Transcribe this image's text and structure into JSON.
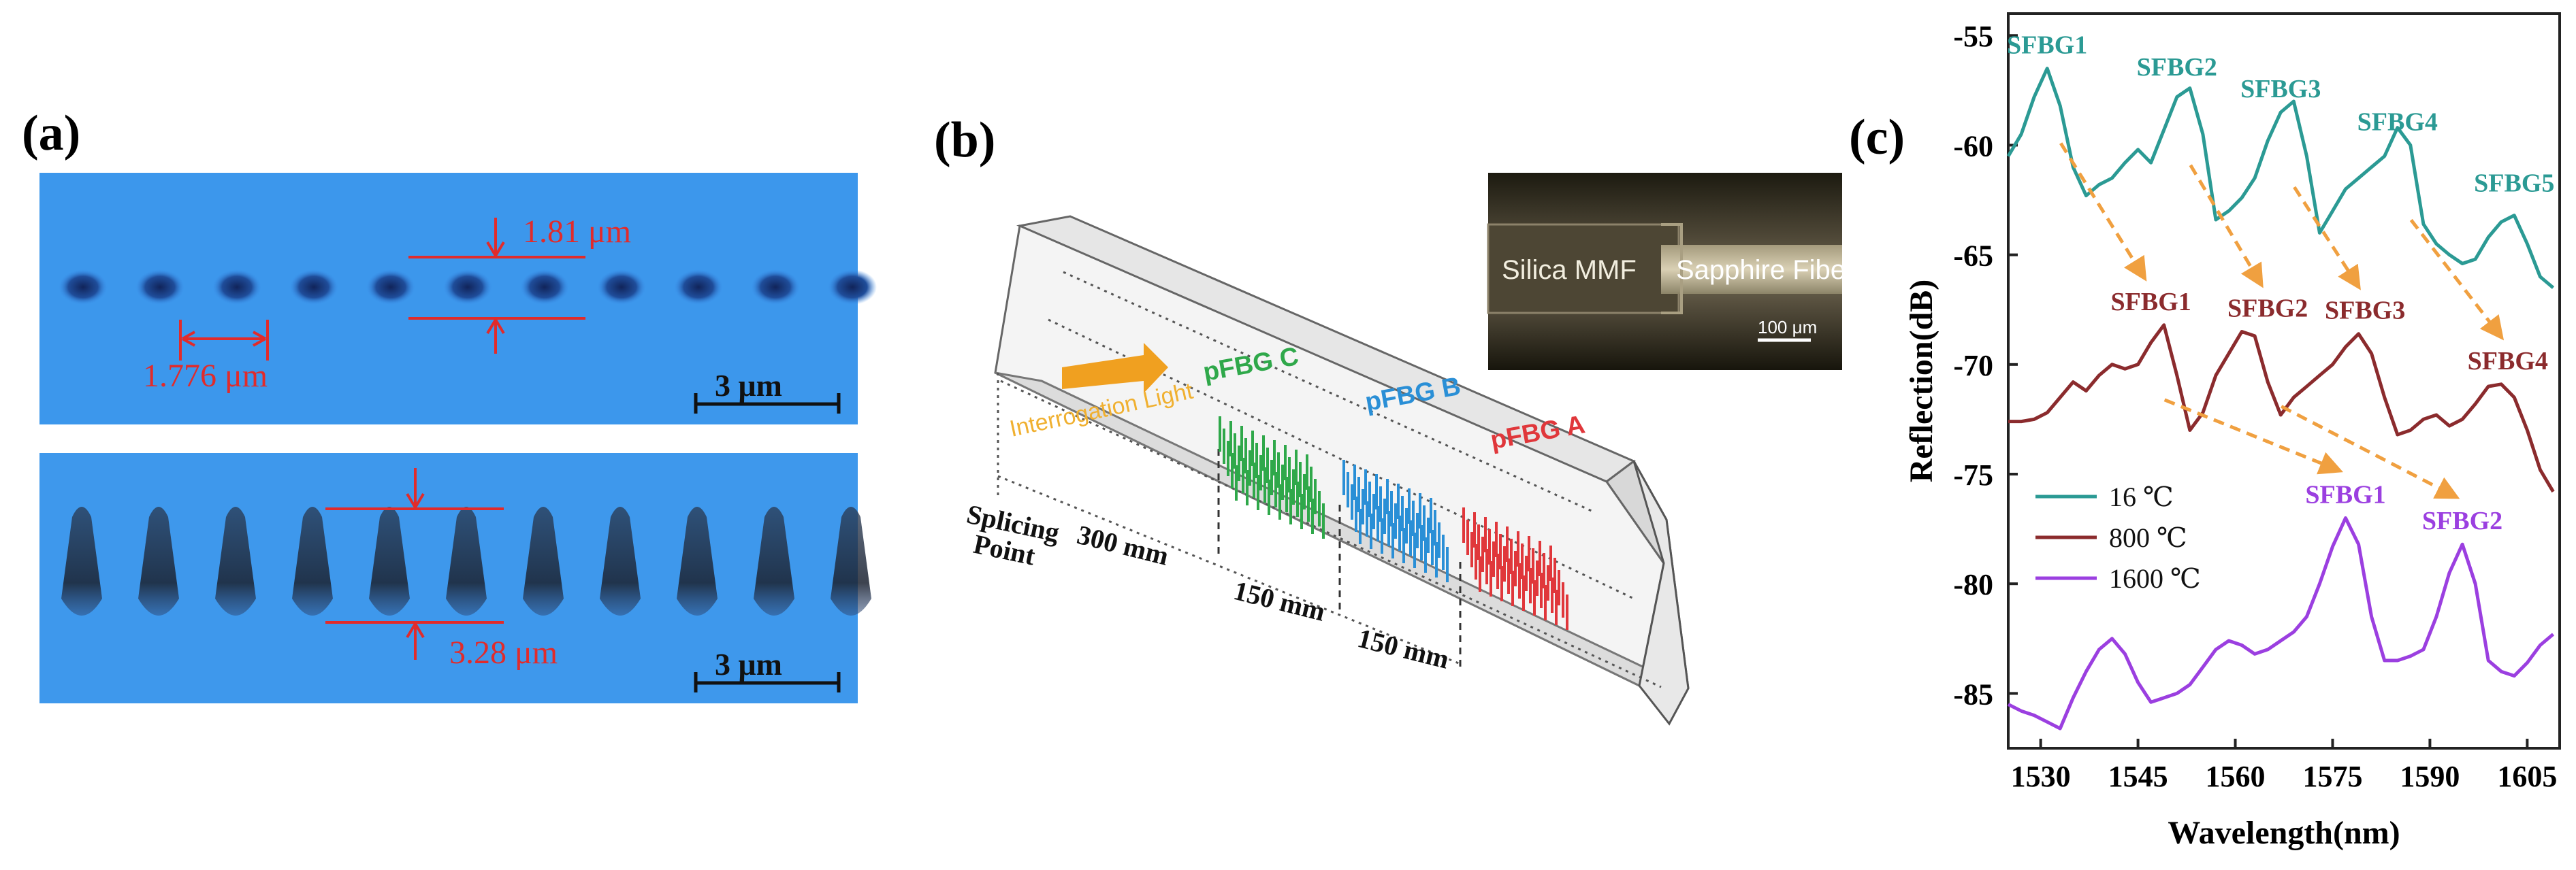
{
  "panel_a": {
    "label": "(a)",
    "top": {
      "spacing_label": "1.776 μm",
      "height_label": "1.81 μm",
      "scale_label": "3 μm"
    },
    "bottom": {
      "height_label": "3.28 μm",
      "scale_label": "3 μm"
    }
  },
  "panel_b": {
    "label": "(b)",
    "interrogation_label": "Interrogation Light",
    "gratings": [
      {
        "label": "pFBG C",
        "color": "#2fa84a"
      },
      {
        "label": "pFBG B",
        "color": "#2a8fd6"
      },
      {
        "label": "pFBG A",
        "color": "#e0373b"
      }
    ],
    "splicing_label_1": "Splicing",
    "splicing_label_2": "Point",
    "distances": [
      "300 mm",
      "150 mm",
      "150 mm"
    ],
    "inset": {
      "left_label": "Silica MMF",
      "right_label": "Sapphire Fiber",
      "scale_label": "100 μm"
    }
  },
  "panel_c": {
    "label": "(c)"
  },
  "chart_data": {
    "type": "line",
    "xlabel": "Wavelength(nm)",
    "ylabel": "Reflection(dB)",
    "xlim": [
      1525,
      1610
    ],
    "ylim": [
      -87.5,
      -54
    ],
    "xticks": [
      1530,
      1545,
      1560,
      1575,
      1590,
      1605
    ],
    "yticks": [
      -55,
      -60,
      -65,
      -70,
      -75,
      -80,
      -85
    ],
    "legend_position": "lower-left",
    "grid": false,
    "series": [
      {
        "name": "16 ℃",
        "color": "#2b9a94",
        "x": [
          1525,
          1527,
          1529,
          1531,
          1533,
          1535,
          1537,
          1539,
          1541,
          1543,
          1545,
          1547,
          1549,
          1551,
          1553,
          1555,
          1557,
          1559,
          1561,
          1563,
          1565,
          1567,
          1569,
          1571,
          1573,
          1575,
          1577,
          1579,
          1581,
          1583,
          1585,
          1587,
          1589,
          1591,
          1593,
          1595,
          1597,
          1599,
          1601,
          1603,
          1605,
          1607,
          1609
        ],
        "y": [
          -60.5,
          -59.5,
          -57.8,
          -56.5,
          -58.2,
          -61.0,
          -62.3,
          -61.8,
          -61.5,
          -60.8,
          -60.2,
          -60.8,
          -59.3,
          -57.8,
          -57.4,
          -59.5,
          -63.4,
          -63.0,
          -62.4,
          -61.5,
          -59.8,
          -58.5,
          -58.0,
          -60.5,
          -64.0,
          -63.0,
          -62.0,
          -61.5,
          -61.0,
          -60.5,
          -59.2,
          -60.0,
          -63.6,
          -64.5,
          -65.0,
          -65.4,
          -65.2,
          -64.2,
          -63.5,
          -63.2,
          -64.5,
          -66.0,
          -66.5
        ],
        "annotations": [
          {
            "label": "SFBG1",
            "x": 1531,
            "y": -56.5
          },
          {
            "label": "SFBG2",
            "x": 1551,
            "y": -57.5
          },
          {
            "label": "SFBG3",
            "x": 1567,
            "y": -58.5
          },
          {
            "label": "SFBG4",
            "x": 1585,
            "y": -60.0
          },
          {
            "label": "SFBG5",
            "x": 1603,
            "y": -62.8
          }
        ]
      },
      {
        "name": "800 ℃",
        "color": "#8b2b2d",
        "x": [
          1525,
          1527,
          1529,
          1531,
          1533,
          1535,
          1537,
          1539,
          1541,
          1543,
          1545,
          1547,
          1549,
          1551,
          1553,
          1555,
          1557,
          1559,
          1561,
          1563,
          1565,
          1567,
          1569,
          1571,
          1573,
          1575,
          1577,
          1579,
          1581,
          1583,
          1585,
          1587,
          1589,
          1591,
          1593,
          1595,
          1597,
          1599,
          1601,
          1603,
          1605,
          1607,
          1609
        ],
        "y": [
          -72.6,
          -72.6,
          -72.5,
          -72.2,
          -71.5,
          -70.8,
          -71.2,
          -70.5,
          -70.0,
          -70.2,
          -70.0,
          -69.0,
          -68.2,
          -70.5,
          -73.0,
          -72.2,
          -70.5,
          -69.5,
          -68.5,
          -68.7,
          -70.8,
          -72.3,
          -71.5,
          -71.0,
          -70.5,
          -70.0,
          -69.2,
          -68.6,
          -69.5,
          -71.5,
          -73.2,
          -73.0,
          -72.5,
          -72.3,
          -72.8,
          -72.5,
          -71.8,
          -71.0,
          -70.9,
          -71.5,
          -73.0,
          -74.8,
          -75.8
        ],
        "annotations": [
          {
            "label": "SFBG1",
            "x": 1547,
            "y": -68.2
          },
          {
            "label": "SFBG2",
            "x": 1565,
            "y": -68.5
          },
          {
            "label": "SFBG3",
            "x": 1580,
            "y": -68.6
          },
          {
            "label": "SFBG4",
            "x": 1602,
            "y": -70.9
          }
        ]
      },
      {
        "name": "1600 ℃",
        "color": "#9b3fe0",
        "x": [
          1525,
          1527,
          1529,
          1531,
          1533,
          1535,
          1537,
          1539,
          1541,
          1543,
          1545,
          1547,
          1549,
          1551,
          1553,
          1555,
          1557,
          1559,
          1561,
          1563,
          1565,
          1567,
          1569,
          1571,
          1573,
          1575,
          1577,
          1579,
          1581,
          1583,
          1585,
          1587,
          1589,
          1591,
          1593,
          1595,
          1597,
          1599,
          1601,
          1603,
          1605,
          1607,
          1609
        ],
        "y": [
          -85.5,
          -85.8,
          -86.0,
          -86.3,
          -86.6,
          -85.2,
          -84.0,
          -83.0,
          -82.5,
          -83.2,
          -84.5,
          -85.4,
          -85.2,
          -85.0,
          -84.6,
          -83.8,
          -83.0,
          -82.6,
          -82.8,
          -83.2,
          -83.0,
          -82.6,
          -82.2,
          -81.5,
          -80.0,
          -78.3,
          -77.0,
          -78.2,
          -81.5,
          -83.5,
          -83.5,
          -83.3,
          -83.0,
          -81.5,
          -79.5,
          -78.2,
          -80.0,
          -83.5,
          -84.0,
          -84.2,
          -83.6,
          -82.8,
          -82.3
        ],
        "annotations": [
          {
            "label": "SFBG1",
            "x": 1577,
            "y": -77.0
          },
          {
            "label": "SFBG2",
            "x": 1595,
            "y": -78.2
          }
        ]
      }
    ],
    "shift_arrows_color": "#f0a040"
  }
}
